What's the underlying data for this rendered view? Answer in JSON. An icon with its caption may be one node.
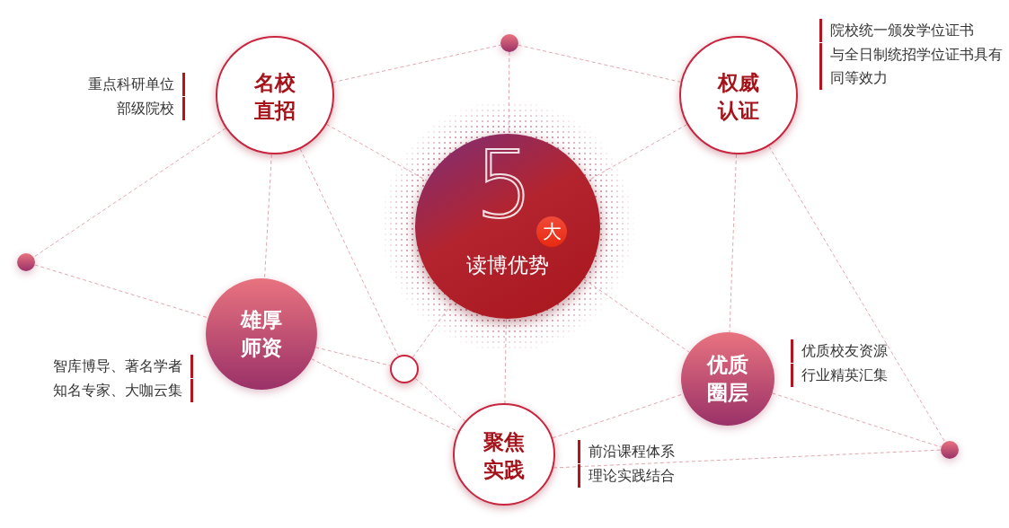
{
  "diagram": {
    "nodes": [
      {
        "text": [
          "5",
          "大",
          "读博优势"
        ]
      },
      {
        "text": [
          "名校直招"
        ],
        "beside": [
          "重点科研单位",
          "部级院校"
        ]
      },
      {
        "text": [
          "权威认证"
        ],
        "beside": [
          "院校统一颁发学位证书",
          "与全日制统招学位证书具有同等效力"
        ]
      },
      {
        "text": [
          "雄厚师资"
        ],
        "beside": [
          "智库博导、著名学者",
          "知名专家、大咖云集"
        ]
      },
      {
        "text": [
          "优质圈层"
        ],
        "beside": [
          "优质校友资源",
          "行业精英汇集"
        ]
      },
      {
        "text": [
          "聚焦实践"
        ],
        "beside": [
          "前沿课程体系",
          "理论实践结合"
        ]
      },
      {
        "text": [],
        "shape": "circle"
      },
      {
        "text": [],
        "shape": "circle"
      },
      {
        "text": [],
        "shape": "circle"
      },
      {
        "text": [],
        "shape": "circle"
      }
    ],
    "edges": [
      {
        "from": 1,
        "to": 6,
        "arrow": "none",
        "style": "dashed"
      },
      {
        "from": 6,
        "to": 2,
        "arrow": "none",
        "style": "dashed"
      },
      {
        "from": 6,
        "to": 0,
        "arrow": "none",
        "style": "dashed"
      },
      {
        "from": 1,
        "to": 0,
        "arrow": "none",
        "style": "dashed"
      },
      {
        "from": 1,
        "to": 7,
        "arrow": "none",
        "style": "dashed"
      },
      {
        "from": 1,
        "to": 3,
        "arrow": "none",
        "style": "dashed"
      },
      {
        "from": 1,
        "to": 8,
        "arrow": "none",
        "style": "dashed"
      },
      {
        "from": 7,
        "to": 3,
        "arrow": "none",
        "style": "dashed"
      },
      {
        "from": 3,
        "to": 8,
        "arrow": "none",
        "style": "dashed"
      },
      {
        "from": 3,
        "to": 5,
        "arrow": "none",
        "style": "dashed"
      },
      {
        "from": 8,
        "to": 0,
        "arrow": "none",
        "style": "dashed"
      },
      {
        "from": 8,
        "to": 5,
        "arrow": "none",
        "style": "dashed"
      },
      {
        "from": 0,
        "to": 5,
        "arrow": "none",
        "style": "dashed"
      },
      {
        "from": 2,
        "to": 0,
        "arrow": "none",
        "style": "dashed"
      },
      {
        "from": 2,
        "to": 4,
        "arrow": "none",
        "style": "dashed"
      },
      {
        "from": 2,
        "to": 9,
        "arrow": "none",
        "style": "dashed"
      },
      {
        "from": 0,
        "to": 4,
        "arrow": "none",
        "style": "dashed"
      },
      {
        "from": 5,
        "to": 4,
        "arrow": "none",
        "style": "dashed"
      },
      {
        "from": 4,
        "to": 9,
        "arrow": "none",
        "style": "dashed"
      },
      {
        "from": 5,
        "to": 9,
        "arrow": "none",
        "style": "dashed"
      }
    ]
  }
}
